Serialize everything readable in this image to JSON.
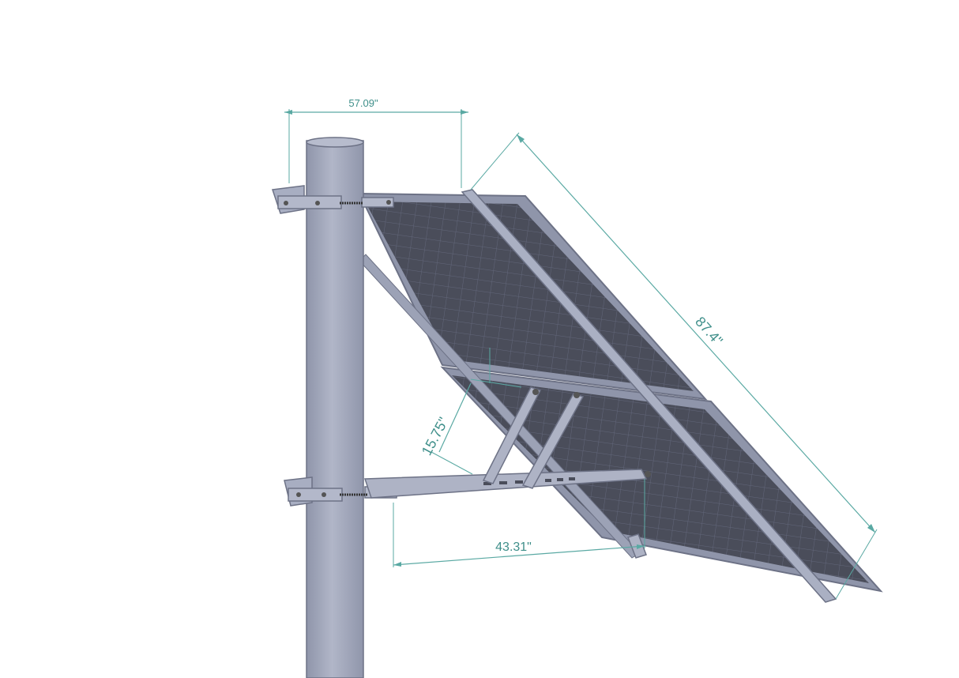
{
  "colors": {
    "dimension_line": "#5aa9a3",
    "dimension_text": "#3f8f8a",
    "steel": "#a8aec2",
    "steel_dark": "#7c8296",
    "panel": "#4a4d5a",
    "panel_grid": "#62667a"
  },
  "dimensions": {
    "top_width": "57.09\"",
    "panel_length": "87.4\"",
    "strut_offset": "15.75\"",
    "arm_length": "43.31\""
  }
}
